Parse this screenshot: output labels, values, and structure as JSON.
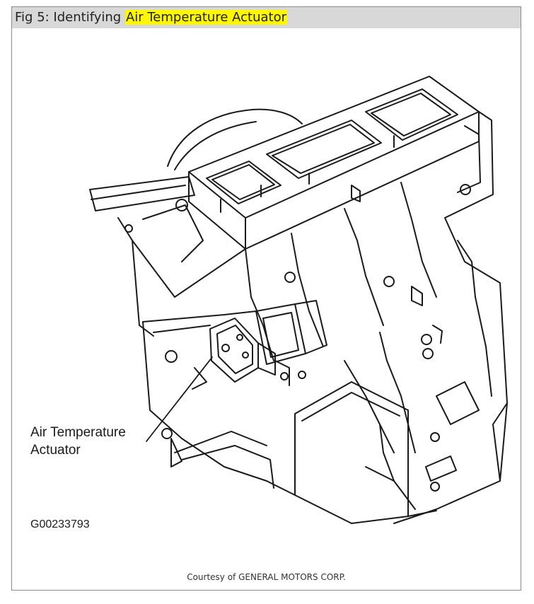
{
  "figure": {
    "title_prefix": "Fig 5: Identifying ",
    "title_highlight": "Air Temperature Actuator",
    "callout_line1": "Air Temperature",
    "callout_line2": "Actuator",
    "figure_code": "G00233793",
    "courtesy": "Courtesy of GENERAL MOTORS CORP."
  },
  "colors": {
    "highlight": "#fff700",
    "title_bar": "#d8d8d8",
    "line": "#1a1a1a"
  }
}
